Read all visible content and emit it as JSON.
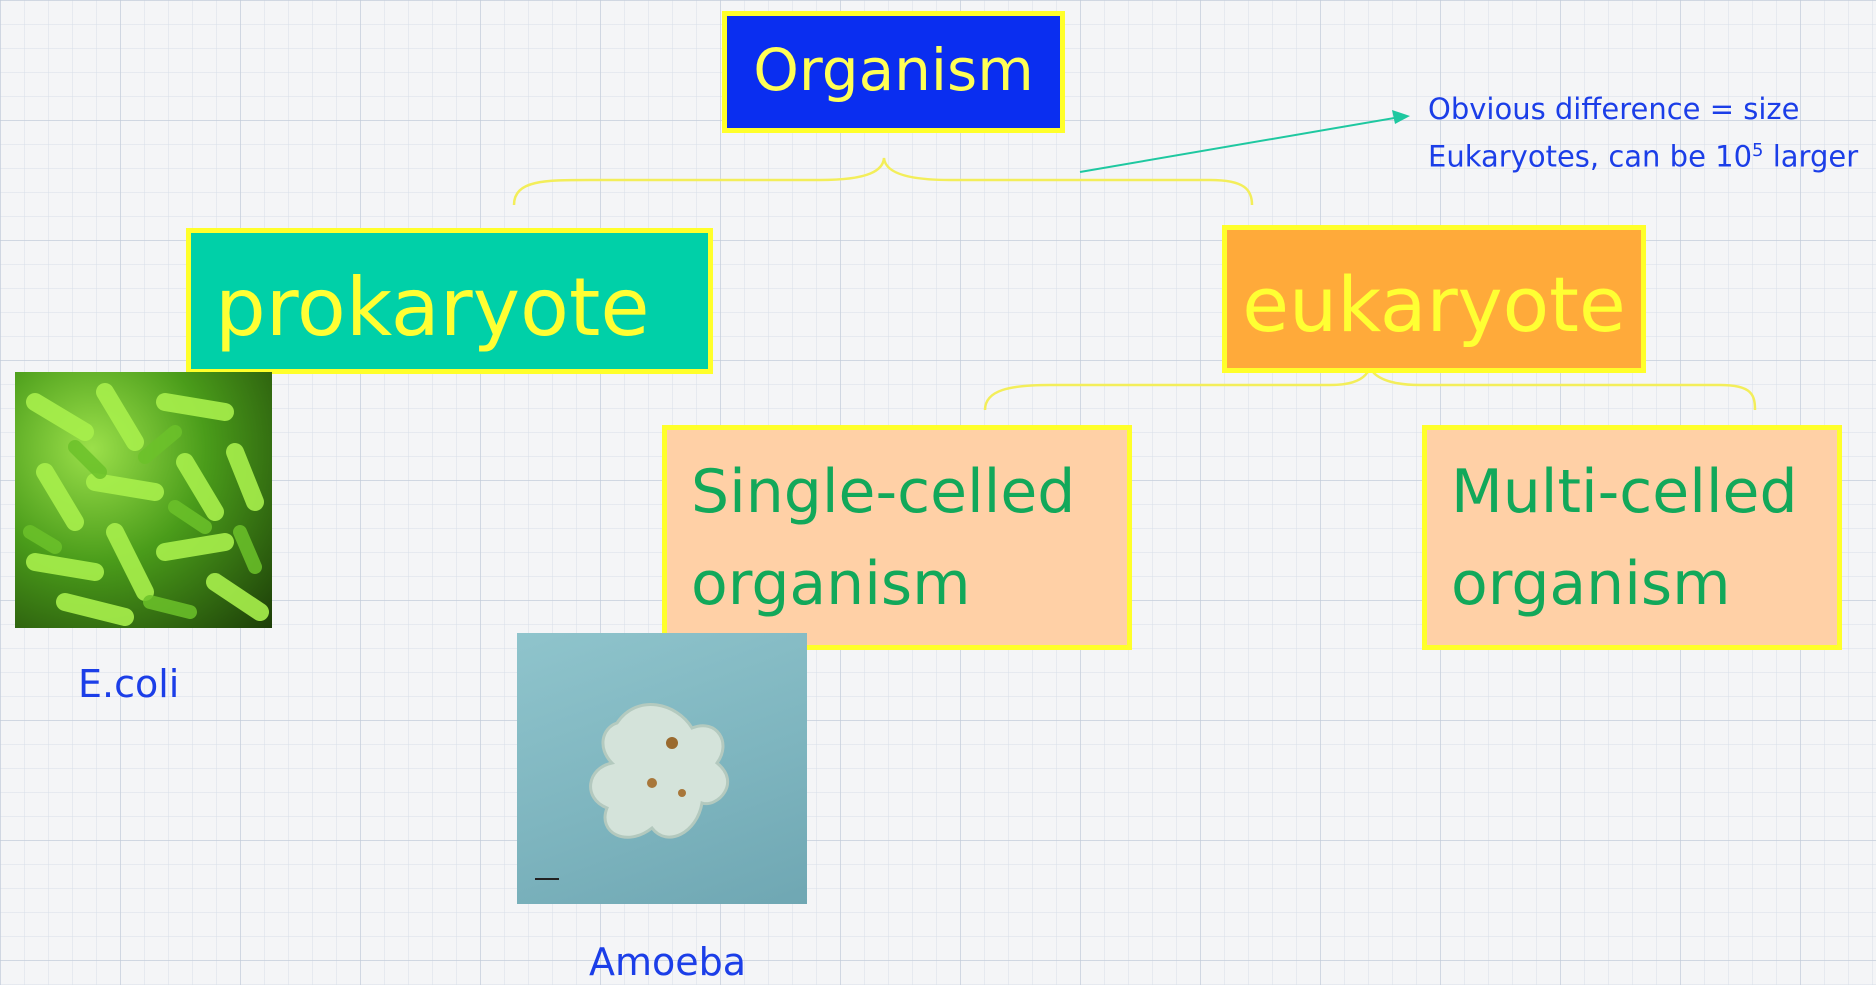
{
  "nodes": {
    "organism": "Organism",
    "prokaryote": "prokaryote",
    "eukaryote": "eukaryote",
    "single_celled": [
      "Single-celled",
      "organism"
    ],
    "multi_celled": [
      "Multi-celled",
      "organism"
    ]
  },
  "images": {
    "ecoli_caption": "E.coli",
    "amoeba_caption": "Amoeba"
  },
  "annotation": {
    "line1": "Obvious difference = size",
    "line2_prefix": "Eukaryotes, can be 10",
    "line2_exponent": "5",
    "line2_suffix": " larger"
  },
  "colors": {
    "organism_fill": "#0a2ef0",
    "prokaryote_fill": "#00d0a8",
    "eukaryote_fill": "#ffaa3a",
    "cell_type_fill": "#ffd0a6",
    "box_border": "#ffff2a",
    "caption_text": "#1b3ee8",
    "arrow": "#1ec8a0"
  }
}
